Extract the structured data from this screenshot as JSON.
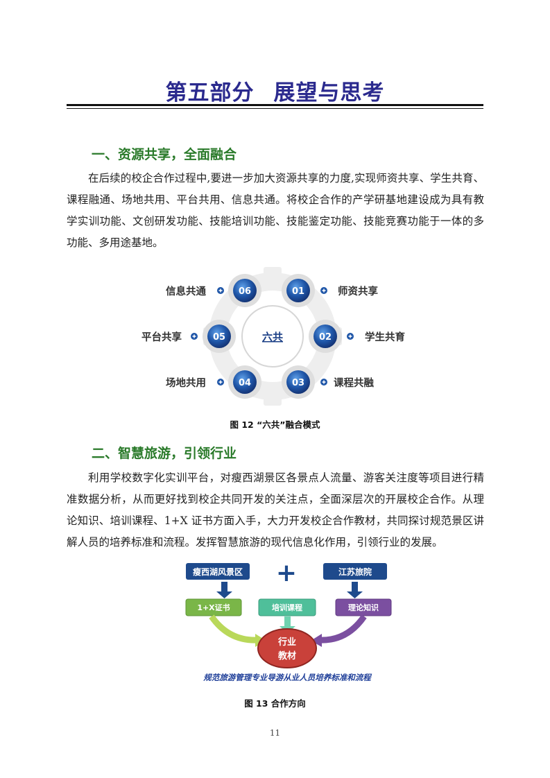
{
  "page": {
    "title_part1": "第五部分",
    "title_part2": "展望与思考",
    "page_number": "11"
  },
  "section1": {
    "heading": "一、资源共享，全面融合",
    "paragraph": "在后续的校企合作过程中,要进一步加大资源共享的力度,实现师资共享、学生共育、课程融通、场地共用、平台共用、信息共通。将校企合作的产学研基地建设成为具有教学实训功能、文创研发功能、技能培训功能、技能鉴定功能、技能竞赛功能于一体的多功能、多用途基地。"
  },
  "figure12": {
    "center_label": "六共",
    "nodes": [
      {
        "num": "01",
        "label": "师资共享"
      },
      {
        "num": "02",
        "label": "学生共育"
      },
      {
        "num": "03",
        "label": "课程共融"
      },
      {
        "num": "04",
        "label": "场地共用"
      },
      {
        "num": "05",
        "label": "平台共享"
      },
      {
        "num": "06",
        "label": "信息共通"
      }
    ],
    "caption": "图 12  “六共”融合模式",
    "colors": {
      "node_dark": "#1b3f86",
      "node_light": "#4a8ad8",
      "gear": "#e9e9e9"
    }
  },
  "section2": {
    "heading": "二、智慧旅游，引领行业",
    "paragraph": "利用学校数字化实训平台，对瘦西湖景区各景点人流量、游客关注度等项目进行精准数据分析，从而更好找到校企共同开发的关注点，全面深层次的开展校企合作。从理论知识、培训课程、1+X 证书方面入手，大力开发校企合作教材，共同探讨规范景区讲解人员的培养标准和流程。发挥智慧旅游的现代信息化作用，引领行业的发展。"
  },
  "figure13": {
    "left_top": "瘦西湖风景区",
    "plus": "+",
    "right_top": "江苏旅院",
    "box_left": "1+X证书",
    "box_mid": "培训课程",
    "box_right": "理论知识",
    "ellipse_line1": "行业",
    "ellipse_line2": "教材",
    "bottom_text": "规范旅游管理专业导游从业人员培养标准和流程",
    "caption": "图 13  合作方向",
    "colors": {
      "top_box": "#1e4a8c",
      "green_box": "#7ab648",
      "teal_box": "#4fbf9a",
      "purple_box": "#7b4fa0",
      "ellipse": "#c0392b",
      "bottom_text": "#1f3f99"
    }
  }
}
